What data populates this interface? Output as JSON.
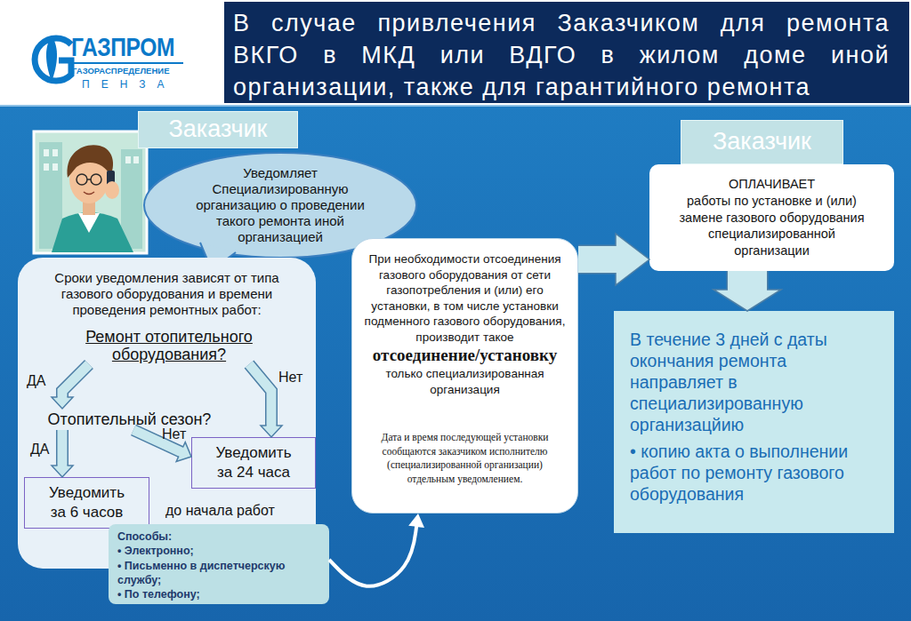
{
  "diagram": {
    "title": "В случае привлечения Заказчиком для ремонта ВКГО в МКД или ВДГО в жилом доме иной организации, также для гарантийного ремонта",
    "nodes": [
      {
        "text": [
          "Заказчик"
        ]
      },
      {
        "text": [
          "Уведомляет Специализированную организацию о проведении такого ремонта иной организацией"
        ]
      },
      {
        "text": [
          "Сроки уведомления зависят от типа газового оборудования и времени проведения ремонтных работ:"
        ]
      },
      {
        "text": [
          "Ремонт отопительного оборудования?"
        ],
        "in": 2
      },
      {
        "text": [
          "Отопительный сезон?"
        ],
        "in": 2
      },
      {
        "text": [
          "Уведомить за 6 часов"
        ],
        "in": 2
      },
      {
        "text": [
          "Уведомить за 24 часа"
        ],
        "in": 2
      },
      {
        "text": [
          "Способы:",
          "• Электронно;",
          "• Письменно в диспетчерскую службу;",
          "• По телефону;"
        ]
      },
      {
        "text": [
          "При необходимости отсоединения газового оборудования от сети газопотребления и (или) его установки, в том числе установки подменного газового оборудования, производит такое",
          "отсоединение/установку",
          "только специализированная организация",
          "Дата и время последующей установки сообщаются заказчиком исполнителю (специализированной организации) отдельным уведомлением."
        ]
      },
      {
        "text": [
          "Заказчик"
        ]
      },
      {
        "text": [
          "ОПЛАЧИВАЕТ",
          "работы по установке и (или) замене газового оборудования специализированной организации"
        ]
      },
      {
        "text": [
          "В течение 3 дней с даты окончания ремонта направляет в специализированную организацйию",
          "• копию акта о выполнении работ по ремонту газового оборудования"
        ]
      }
    ],
    "edges": [
      {
        "from": 3,
        "to": 4,
        "label": "ДА",
        "arrow": "to"
      },
      {
        "from": 3,
        "to": 6,
        "label": "Нет",
        "arrow": "to"
      },
      {
        "from": 4,
        "to": 5,
        "label": "ДА",
        "arrow": "to"
      },
      {
        "from": 4,
        "to": 6,
        "label": "Нет",
        "arrow": "to"
      },
      {
        "from": 7,
        "to": 8,
        "arrow": "to"
      },
      {
        "from": 8,
        "to": 10,
        "arrow": "to"
      },
      {
        "from": 10,
        "to": 11,
        "arrow": "to"
      }
    ],
    "labels": [
      "ГАЗПРОМ",
      "ГАЗОРАСПРЕДЕЛЕНИЕ",
      "ПЕНЗА",
      "до начала работ"
    ]
  }
}
